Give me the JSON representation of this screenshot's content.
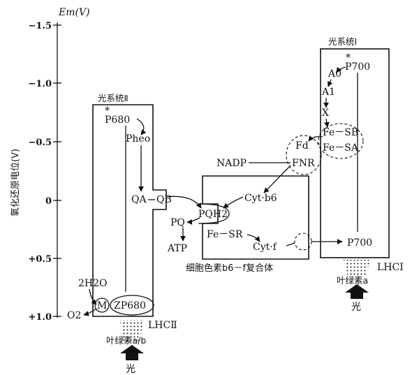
{
  "axis": {
    "title": "Em(V)",
    "ylabel": "氧化还原电位(V)",
    "ticks": [
      "−1.5",
      "−1.0",
      "−0.5",
      "0",
      "+0.5",
      "+1.0"
    ]
  },
  "psii": {
    "title": "光系统Ⅱ",
    "star": "*",
    "p680": "P680",
    "pheo": "Pheo",
    "qa": "QA",
    "qb": "QB",
    "m": "M",
    "zp680": "ZP680",
    "h2o": "2H2O",
    "o2": "O2",
    "lhc": "LHCⅡ",
    "pigment": "叶绿素a/b",
    "light": "光"
  },
  "cyt": {
    "title": "细胞色素b6－f复合体",
    "pqh2": "PQH2",
    "pq": "PQ",
    "atp": "ATP",
    "cytb6": "Cyt·b6",
    "fes": "Fe－SR",
    "cytf": "Cyt·f"
  },
  "psi": {
    "title": "光系统Ⅰ",
    "star": "*",
    "p700_top": "P700",
    "a0": "A0",
    "a1": "A1",
    "x": "X",
    "fesa": "Fe－SA",
    "fesb": "Fe－SB",
    "p700_bottom": "P700",
    "lhc": "LHCⅠ",
    "pigment": "叶绿素a",
    "light": "光"
  },
  "ferredoxin": {
    "fd": "Fd",
    "fnr": "FNR",
    "nadp": "NADP"
  }
}
